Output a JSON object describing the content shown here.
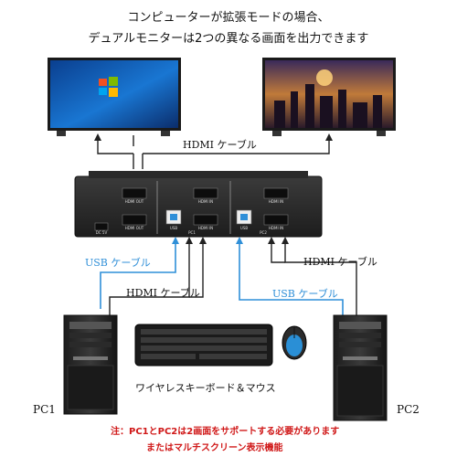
{
  "header": {
    "line1": "コンピューターが拡張モードの場合、",
    "line2": "デュアルモニターは2つの異なる画面を出力できます"
  },
  "labels": {
    "hdmi_top": "HDMI ケーブル",
    "usb_left": "USB ケーブル",
    "hdmi_right": "HDMI ケーブル",
    "hdmi_mid": "HDMI ケーブル",
    "usb_right": "USB ケーブル",
    "keyboard_mouse": "ワイヤレスキーボード＆マウス",
    "pc1": "PC1",
    "pc2": "PC2"
  },
  "switch_ports": {
    "hdmi_out_1": "HDMI OUT",
    "hdmi_out_2": "HDMI OUT",
    "hdmi_in_1": "HDMI IN",
    "hdmi_in_2": "HDMI IN",
    "hdmi_in_3": "HDMI IN",
    "hdmi_in_4": "HDMI IN",
    "usb_1": "USB",
    "usb_2": "USB",
    "dc_in": "DC 5V",
    "pc1_mark": "PC1",
    "pc2_mark": "PC2"
  },
  "note": {
    "line1": "注：PC1とPC2は2画面をサポートする必要があります",
    "line2": "またはマルチスクリーン表示機能"
  },
  "colors": {
    "usb_cable": "#2f8fd8",
    "hdmi_cable": "#222222",
    "note_text": "#d01818"
  }
}
